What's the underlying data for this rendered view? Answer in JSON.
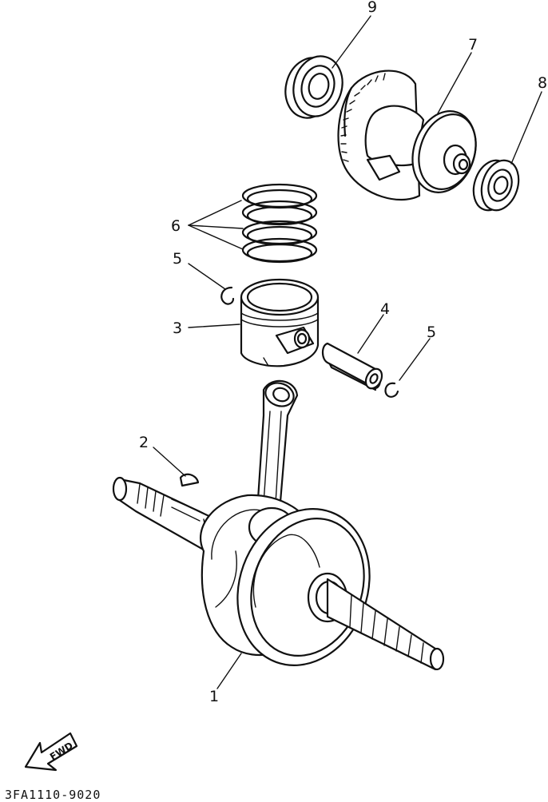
{
  "callouts": {
    "crankshaft": "1",
    "key": "2",
    "piston": "3",
    "piston_pin": "4",
    "clip_left": "5",
    "clip_right": "5",
    "piston_rings": "6",
    "balancer": "7",
    "bearing_right": "8",
    "bearing_top": "9"
  },
  "fwd_label": "FWD",
  "diagram_code": "3FA1110-9020"
}
